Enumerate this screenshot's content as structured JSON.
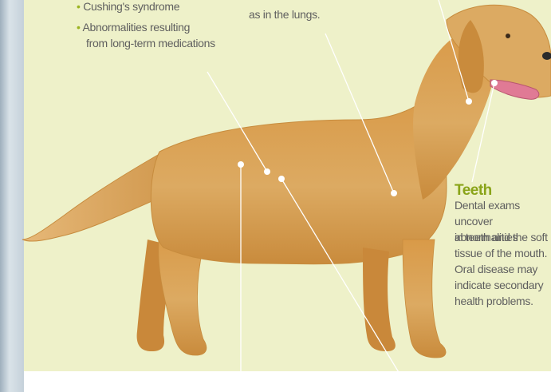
{
  "bullets": [
    "Cushing's syndrome",
    "Abnormalities resulting",
    "from long-term medications"
  ],
  "top_fragment": "as in the lungs.",
  "teeth": {
    "title": "Teeth",
    "lines": [
      "Dental exams",
      "uncover abnormalities",
      "in teeth and the soft",
      "tissue of the mouth.",
      "Oral disease may",
      "indicate secondary",
      "health problems."
    ]
  },
  "colors": {
    "panel": "#eef1c9",
    "accent": "#8aa419",
    "text": "#5f5f5f",
    "dog_fur": "#d9a255"
  },
  "illustration": "golden-retriever-standing-side-view"
}
